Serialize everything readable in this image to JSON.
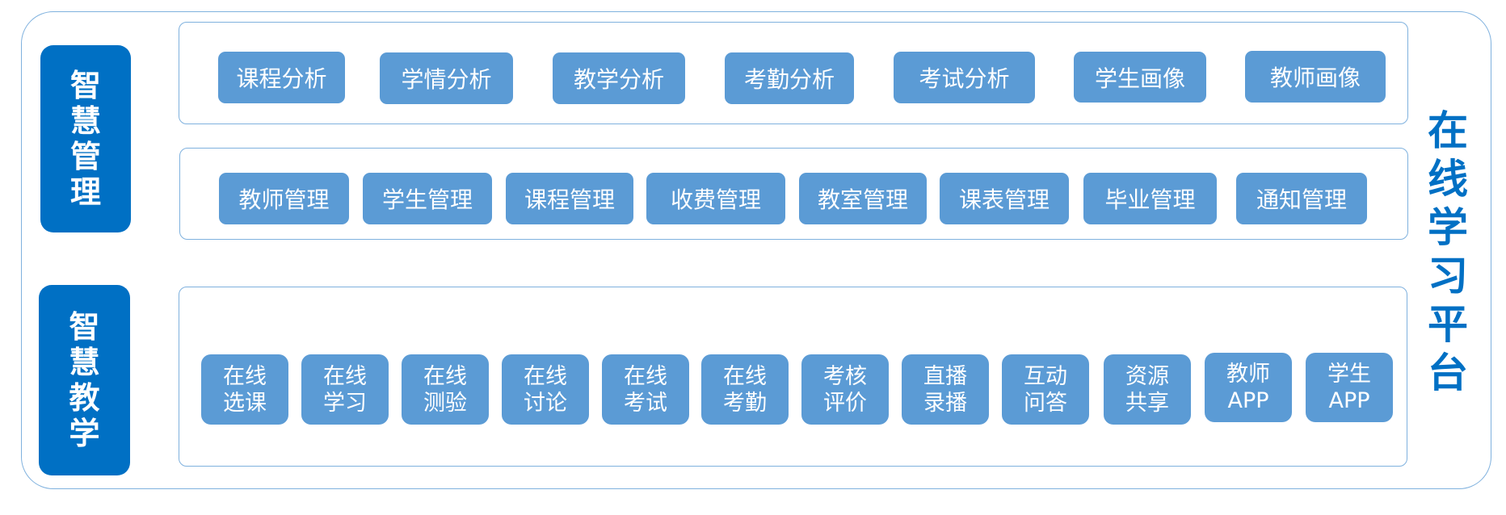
{
  "sections": {
    "management": {
      "chars": [
        "智",
        "慧",
        "管",
        "理"
      ]
    },
    "teaching": {
      "chars": [
        "智",
        "慧",
        "教",
        "学"
      ]
    }
  },
  "platform": {
    "chars": [
      "在",
      "线",
      "学",
      "习",
      "平",
      "台"
    ]
  },
  "analysis_row": [
    "课程分析",
    "学情分析",
    "教学分析",
    "考勤分析",
    "考试分析",
    "学生画像",
    "教师画像"
  ],
  "management_row": [
    "教师管理",
    "学生管理",
    "课程管理",
    "收费管理",
    "教室管理",
    "课表管理",
    "毕业管理",
    "通知管理"
  ],
  "teaching_row": [
    {
      "line1": "在线",
      "line2": "选课"
    },
    {
      "line1": "在线",
      "line2": "学习"
    },
    {
      "line1": "在线",
      "line2": "测验"
    },
    {
      "line1": "在线",
      "line2": "讨论"
    },
    {
      "line1": "在线",
      "line2": "考试"
    },
    {
      "line1": "在线",
      "line2": "考勤"
    },
    {
      "line1": "考核",
      "line2": "评价"
    },
    {
      "line1": "直播",
      "line2": "录播"
    },
    {
      "line1": "互动",
      "line2": "问答"
    },
    {
      "line1": "资源",
      "line2": "共享"
    },
    {
      "line1": "教师",
      "line2": "APP"
    },
    {
      "line1": "学生",
      "line2": "APP"
    }
  ],
  "colors": {
    "primary_blue": "#0070c4",
    "button_blue": "#5b9bd5",
    "border_blue": "#7fb1de",
    "background": "#ffffff"
  }
}
